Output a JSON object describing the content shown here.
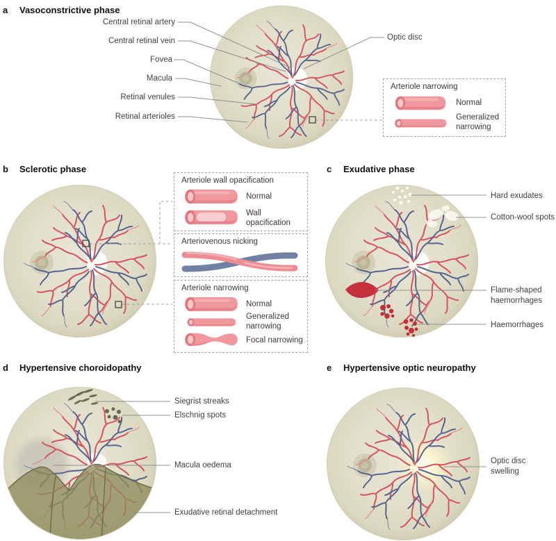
{
  "panels": {
    "a": {
      "letter": "a",
      "title": "Vasoconstrictive phase",
      "labels": {
        "artery": "Central retinal artery",
        "vein": "Central retinal vein",
        "fovea": "Fovea",
        "macula": "Macula",
        "venules": "Retinal venules",
        "arterioles": "Retinal arterioles",
        "optic_disc": "Optic disc"
      },
      "inset": {
        "title": "Arteriole narrowing",
        "normal": "Normal",
        "generalized": "Generalized narrowing"
      }
    },
    "b": {
      "letter": "b",
      "title": "Sclerotic phase",
      "insets": {
        "opacification": {
          "title": "Arteriole wall opacification",
          "normal": "Normal",
          "wall": "Wall opacification"
        },
        "nicking": {
          "title": "Arteriovenous nicking"
        },
        "narrowing": {
          "title": "Arteriole narrowing",
          "normal": "Normal",
          "generalized": "Generalized narrowing",
          "focal": "Focal narrowing"
        }
      }
    },
    "c": {
      "letter": "c",
      "title": "Exudative phase",
      "labels": {
        "hard_exudates": "Hard exudates",
        "cotton_wool": "Cotton-wool spots",
        "flame": "Flame-shaped haemorrhages",
        "haemorrhages": "Haemorrhages"
      }
    },
    "d": {
      "letter": "d",
      "title": "Hypertensive choroidopathy",
      "labels": {
        "siegrist": "Siegrist streaks",
        "elschnig": "Elschnig spots",
        "macula_oedema": "Macula oedema",
        "detachment": "Exudative retinal detachment"
      }
    },
    "e": {
      "letter": "e",
      "title": "Hypertensive optic neuropathy",
      "labels": {
        "swelling": "Optic disc swelling"
      }
    }
  },
  "colors": {
    "artery": "#d4535e",
    "vein": "#57648d",
    "eye_base": "#e0ddc8",
    "haemorrhage": "#c5313c",
    "detachment": "#8f8c5e",
    "label_text": "#3f3f3f"
  }
}
